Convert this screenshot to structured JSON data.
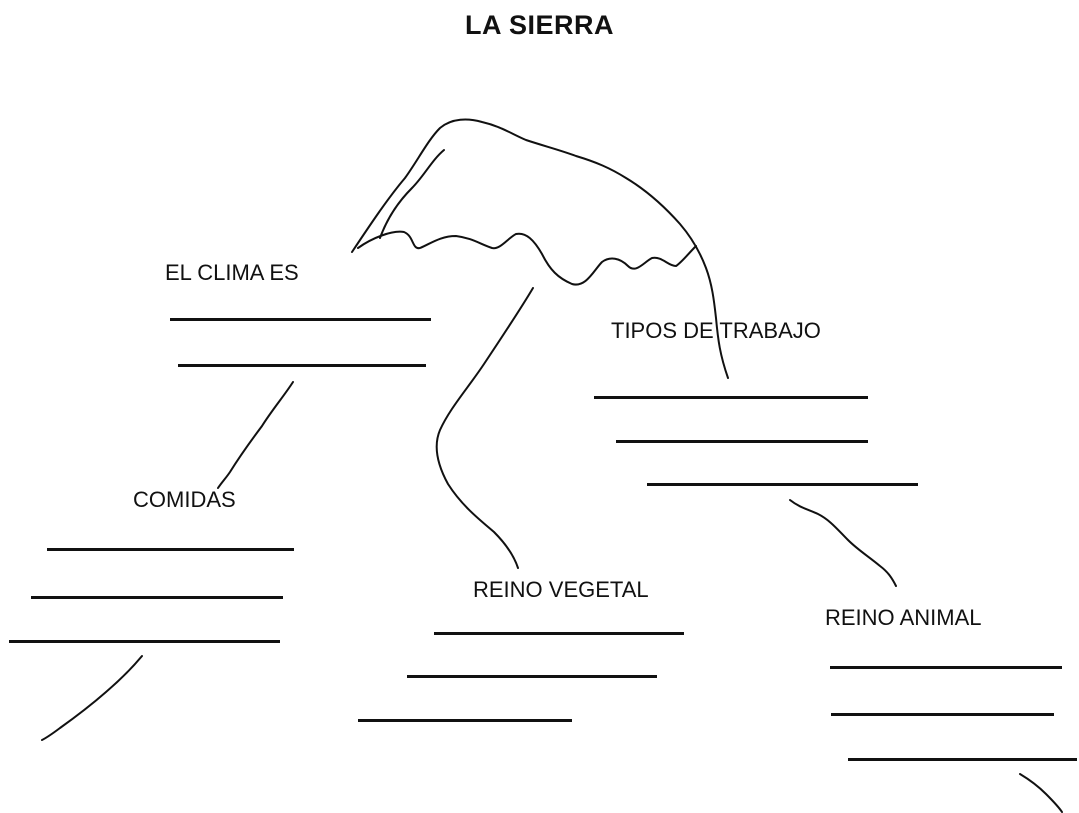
{
  "title": "LA SIERRA",
  "sections": {
    "clima": "EL CLIMA ES",
    "trabajo": "TIPOS DE TRABAJO",
    "comidas": "COMIDAS",
    "vegetal": "REINO VEGETAL",
    "animal": "REINO ANIMAL"
  },
  "colors": {
    "ink": "#111111",
    "paper": "#ffffff"
  }
}
